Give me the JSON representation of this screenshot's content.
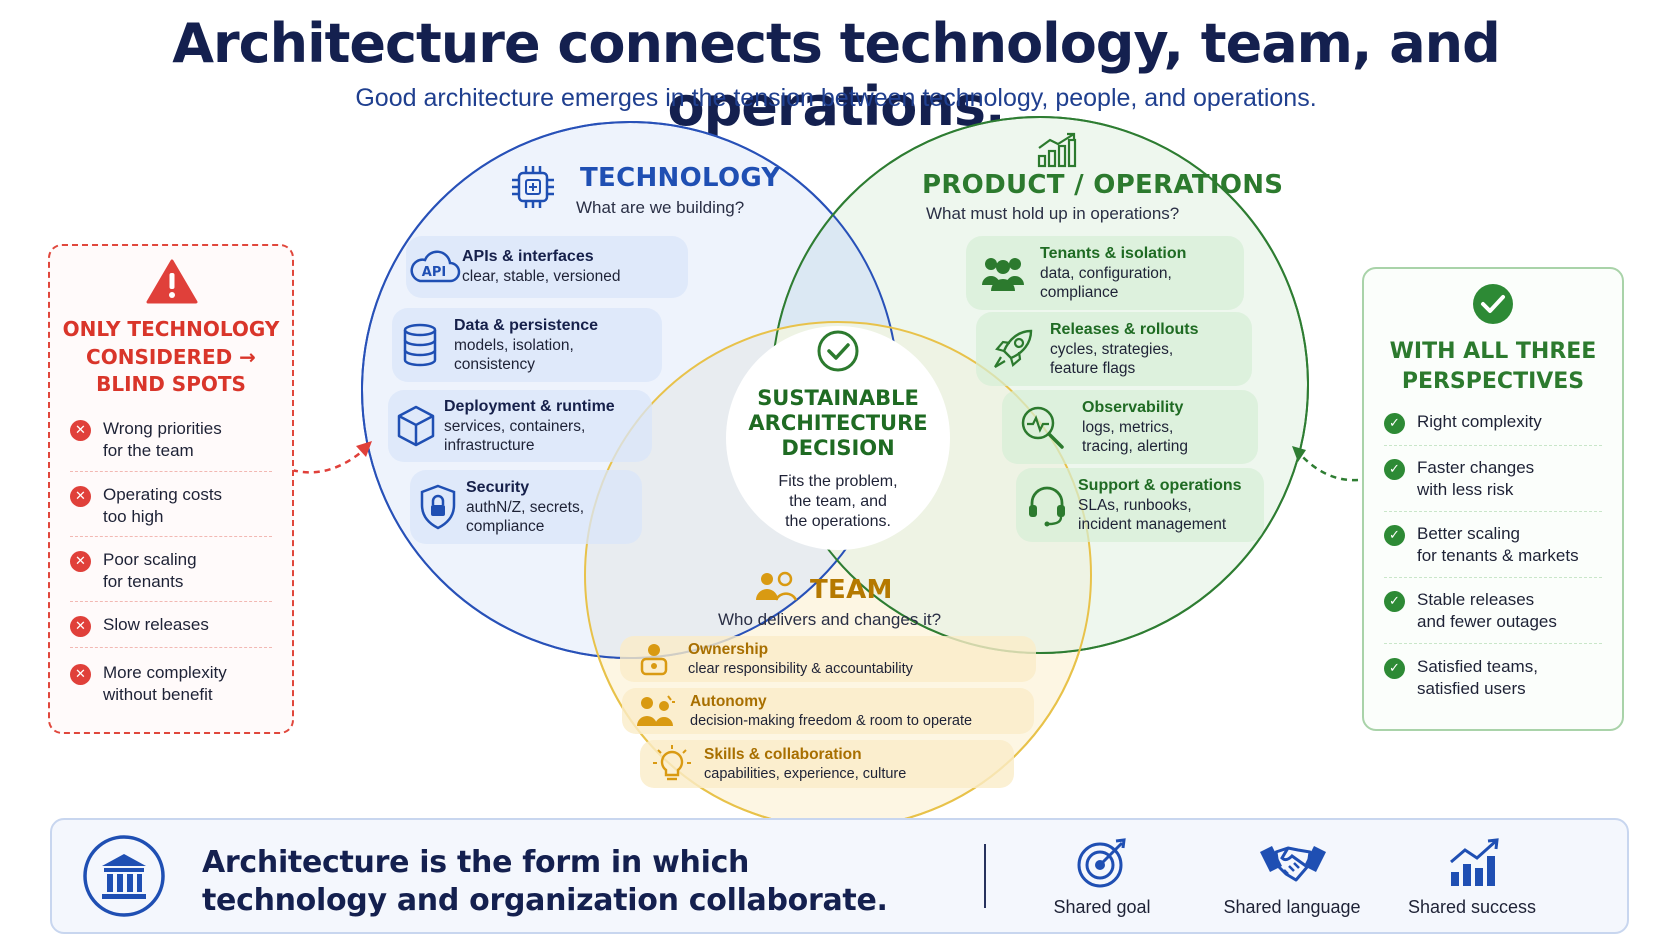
{
  "header": {
    "title": "Architecture connects technology, team, and operations.",
    "subtitle": "Good architecture emerges in the tension between technology, people, and operations."
  },
  "colors": {
    "technology": "#1f4fb3",
    "operations": "#2c7a2e",
    "team": "#d9a300",
    "warning": "#e0403a",
    "navy": "#14204f"
  },
  "technology": {
    "title": "TECHNOLOGY",
    "question": "What are we building?",
    "icon": "cpu-chip-icon",
    "items": [
      {
        "title": "APIs & interfaces",
        "line1": "clear, stable, versioned",
        "line2": "",
        "icon": "api-cloud-icon"
      },
      {
        "title": "Data & persistence",
        "line1": "models, isolation,",
        "line2": "consistency",
        "icon": "database-icon"
      },
      {
        "title": "Deployment & runtime",
        "line1": "services, containers,",
        "line2": "infrastructure",
        "icon": "cube-icon"
      },
      {
        "title": "Security",
        "line1": "authN/Z, secrets,",
        "line2": "compliance",
        "icon": "shield-lock-icon"
      }
    ]
  },
  "operations": {
    "title": "PRODUCT / OPERATIONS",
    "question": "What must hold up in operations?",
    "icon": "growth-chart-icon",
    "items": [
      {
        "title": "Tenants & isolation",
        "line1": "data, configuration,",
        "line2": "compliance",
        "icon": "people-group-icon"
      },
      {
        "title": "Releases & rollouts",
        "line1": "cycles, strategies,",
        "line2": "feature flags",
        "icon": "rocket-icon"
      },
      {
        "title": "Observability",
        "line1": "logs, metrics,",
        "line2": "tracing, alerting",
        "icon": "magnifier-pulse-icon"
      },
      {
        "title": "Support & operations",
        "line1": "SLAs, runbooks,",
        "line2": "incident management",
        "icon": "headset-icon"
      }
    ]
  },
  "team": {
    "title": "TEAM",
    "question": "Who delivers and changes it?",
    "icon": "team-people-icon",
    "items": [
      {
        "title": "Ownership",
        "line1": "clear responsibility & accountability",
        "icon": "owner-person-icon"
      },
      {
        "title": "Autonomy",
        "line1": "decision-making freedom & room to operate",
        "icon": "autonomy-people-icon"
      },
      {
        "title": "Skills & collaboration",
        "line1": "capabilities, experience, culture",
        "icon": "lightbulb-icon"
      }
    ]
  },
  "center": {
    "title1": "SUSTAINABLE",
    "title2": "ARCHITECTURE",
    "title3": "DECISION",
    "line1": "Fits the problem,",
    "line2": "the team, and",
    "line3": "the operations."
  },
  "left_panel": {
    "title1": "ONLY TECHNOLOGY",
    "title2": "CONSIDERED →",
    "title3": "BLIND SPOTS",
    "items": [
      {
        "line1": "Wrong priorities",
        "line2": "for the team"
      },
      {
        "line1": "Operating costs",
        "line2": "too high"
      },
      {
        "line1": "Poor scaling",
        "line2": "for tenants"
      },
      {
        "line1": "Slow releases",
        "line2": ""
      },
      {
        "line1": "More complexity",
        "line2": "without benefit"
      }
    ]
  },
  "right_panel": {
    "title1": "WITH ALL THREE",
    "title2": "PERSPECTIVES",
    "items": [
      {
        "line1": "Right complexity",
        "line2": ""
      },
      {
        "line1": "Faster changes",
        "line2": "with less risk"
      },
      {
        "line1": "Better scaling",
        "line2": "for tenants & markets"
      },
      {
        "line1": "Stable releases",
        "line2": "and fewer outages"
      },
      {
        "line1": "Satisfied teams,",
        "line2": "satisfied users"
      }
    ]
  },
  "banner": {
    "line1": "Architecture is the form in which",
    "line2": "technology and organization collaborate.",
    "icon": "institution-icon",
    "items": [
      {
        "label": "Shared goal",
        "icon": "target-icon"
      },
      {
        "label": "Shared language",
        "icon": "handshake-icon"
      },
      {
        "label": "Shared success",
        "icon": "bar-growth-icon"
      }
    ]
  }
}
